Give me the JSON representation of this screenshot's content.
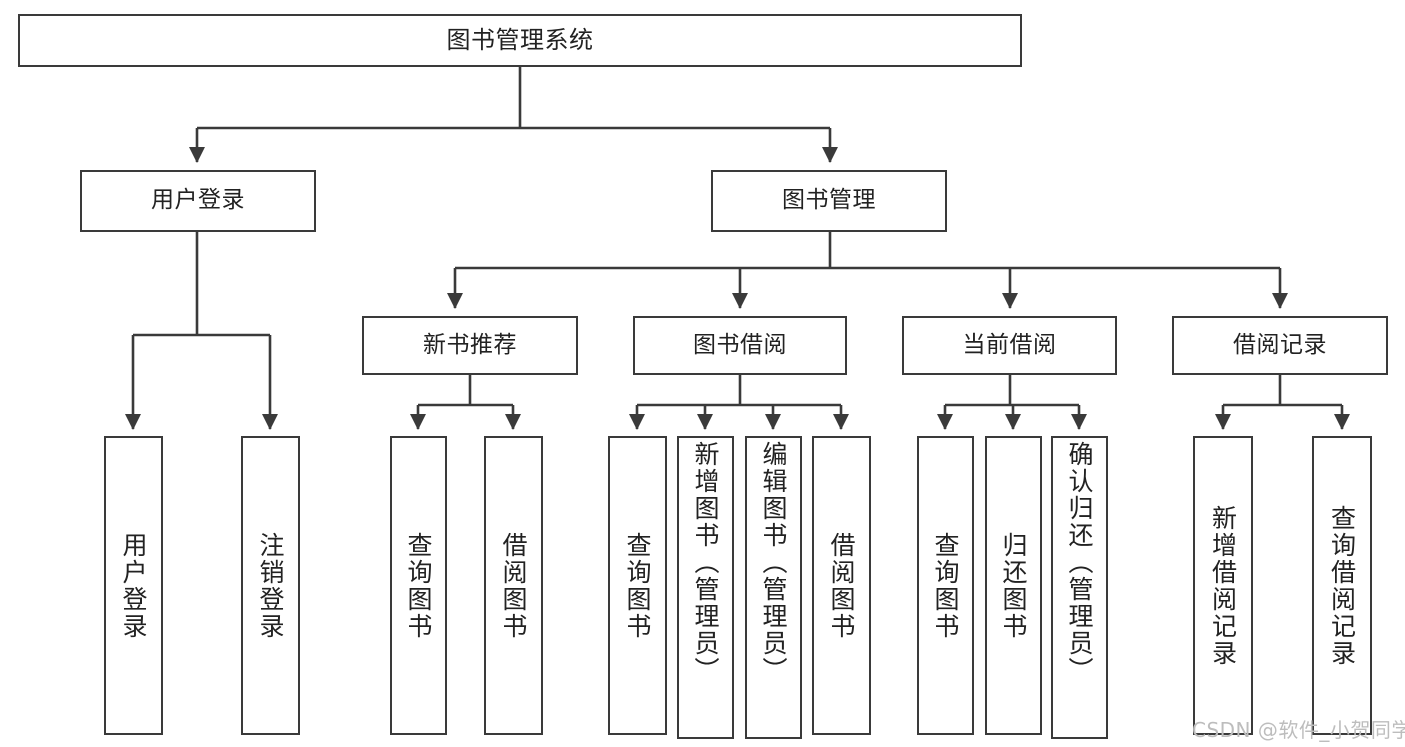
{
  "diagram": {
    "title": "图书管理系统",
    "type": "functional-structure-tree",
    "watermark": "CSDN @软件_小贺同学",
    "colors": {
      "border": "#3a3a3a",
      "text": "#222222",
      "edge": "#3a3a3a",
      "background": "#ffffff",
      "watermark": "#bdbdbd"
    },
    "levels": {
      "root": {
        "label": "图书管理系统"
      },
      "level1": [
        {
          "id": "user-login",
          "label": "用户登录"
        },
        {
          "id": "book-management",
          "label": "图书管理"
        }
      ],
      "level2": [
        {
          "id": "new-book-recommend",
          "label": "新书推荐",
          "parent": "book-management"
        },
        {
          "id": "book-borrow",
          "label": "图书借阅",
          "parent": "book-management"
        },
        {
          "id": "current-borrow",
          "label": "当前借阅",
          "parent": "book-management"
        },
        {
          "id": "borrow-record",
          "label": "借阅记录",
          "parent": "book-management"
        }
      ],
      "leaves": [
        {
          "id": "leaf-user-login",
          "label": "用户登录",
          "parent": "user-login",
          "top_aligned": false
        },
        {
          "id": "leaf-user-logout",
          "label": "注销登录",
          "parent": "user-login",
          "top_aligned": false
        },
        {
          "id": "leaf-query-book-1",
          "label": "查询图书",
          "parent": "new-book-recommend",
          "top_aligned": false
        },
        {
          "id": "leaf-borrow-book-1",
          "label": "借阅图书",
          "parent": "new-book-recommend",
          "top_aligned": false
        },
        {
          "id": "leaf-query-book-2",
          "label": "查询图书",
          "parent": "book-borrow",
          "top_aligned": false
        },
        {
          "id": "leaf-add-book",
          "label": "新增图书（管理员）",
          "parent": "book-borrow",
          "top_aligned": true
        },
        {
          "id": "leaf-edit-book",
          "label": "编辑图书（管理员）",
          "parent": "book-borrow",
          "top_aligned": true
        },
        {
          "id": "leaf-borrow-book-2",
          "label": "借阅图书",
          "parent": "book-borrow",
          "top_aligned": false
        },
        {
          "id": "leaf-query-book-3",
          "label": "查询图书",
          "parent": "current-borrow",
          "top_aligned": false
        },
        {
          "id": "leaf-return-book",
          "label": "归还图书",
          "parent": "current-borrow",
          "top_aligned": false
        },
        {
          "id": "leaf-confirm-return",
          "label": "确认归还（管理员）",
          "parent": "current-borrow",
          "top_aligned": true
        },
        {
          "id": "leaf-add-record",
          "label": "新增借阅记录",
          "parent": "borrow-record",
          "top_aligned": false
        },
        {
          "id": "leaf-query-record",
          "label": "查询借阅记录",
          "parent": "borrow-record",
          "top_aligned": false
        }
      ]
    }
  }
}
